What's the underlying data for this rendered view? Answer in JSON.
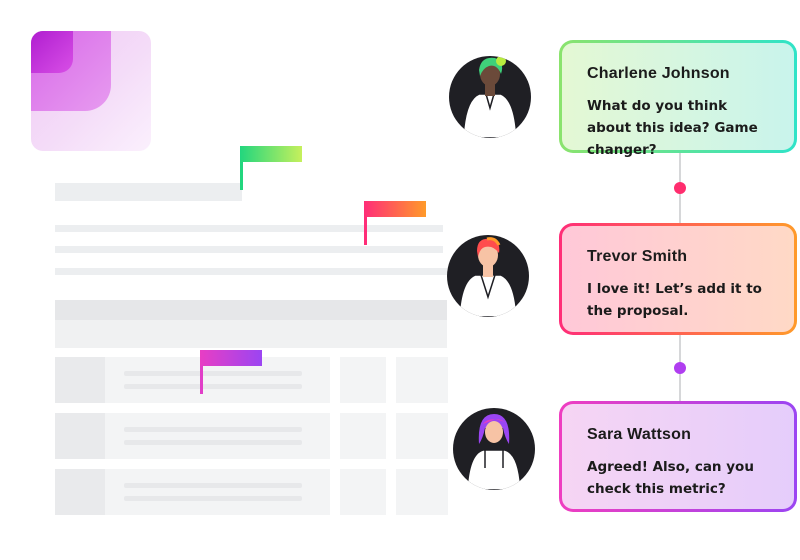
{
  "colors": {
    "flag_green": "#22d67e",
    "flag_pink": "#ff2d78",
    "flag_purple": "#c23ef0",
    "dot_pink": "#ff2d6e",
    "dot_purple": "#b03ef0"
  },
  "comments": [
    {
      "name": "Charlene Johnson",
      "message": "What do you think about this idea? Game changer?"
    },
    {
      "name": "Trevor Smith",
      "message": "I love it! Let’s add it to the proposal."
    },
    {
      "name": "Sara Wattson",
      "message": "Agreed! Also, can you check this metric?"
    }
  ]
}
